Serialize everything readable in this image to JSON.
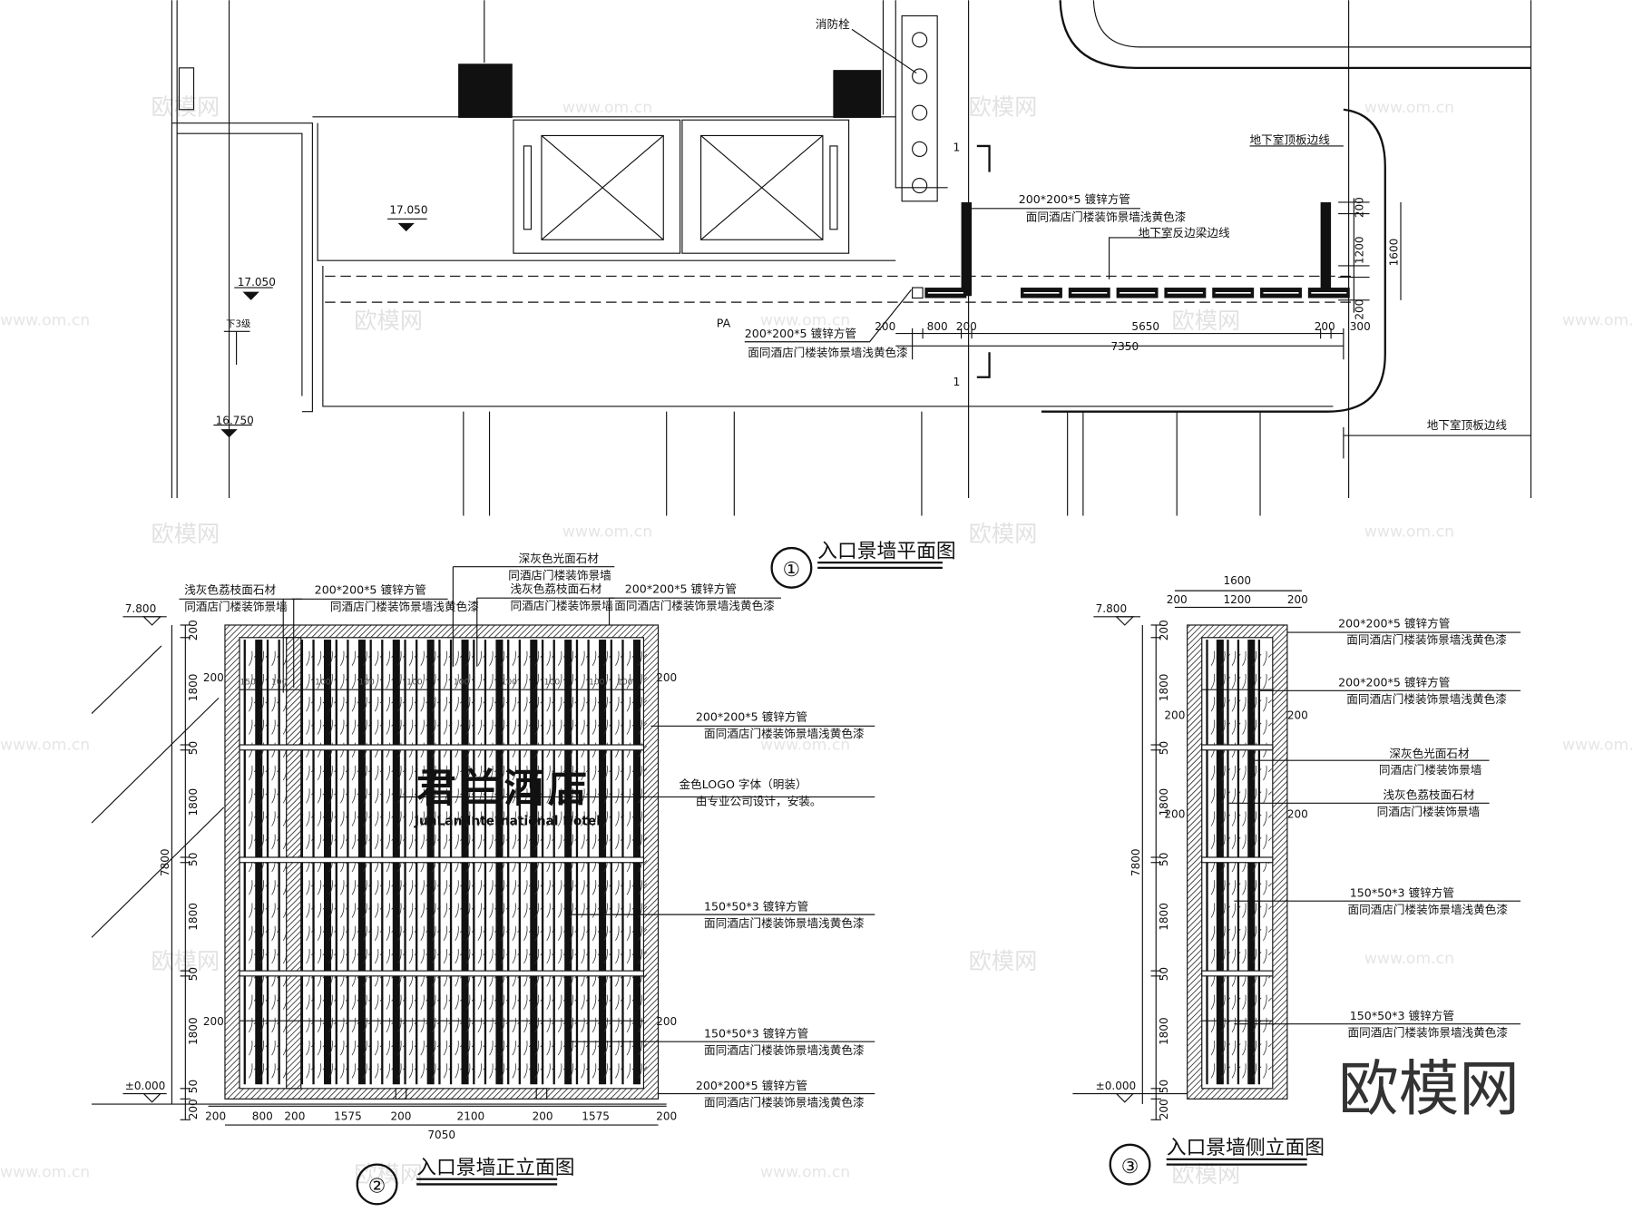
{
  "plan": {
    "title": "入口景墙平面图",
    "number": "①",
    "hydrant": "消防栓",
    "slab_edge_top": "地下室顶板边线",
    "slab_edge_bottom": "地下室顶板边线",
    "beam_edge": "地下室反边梁边线",
    "pipe_right": {
      "spec": "200*200*5   镀锌方管",
      "finish": "面同酒店门楼装饰景墙浅黄色漆"
    },
    "pipe_left": {
      "spec": "200*200*5   镀锌方管",
      "finish": "面同酒店门楼装饰景墙浅黄色漆"
    },
    "elev_a": "17.050",
    "elev_b": "17.050",
    "elev_c": "16.750",
    "step": "下3级",
    "pa": "PA",
    "section_top": "1",
    "section_bottom": "1",
    "dims_h": [
      "200",
      "800",
      "200",
      "5650",
      "200"
    ],
    "dim_total": "7350",
    "dims_v": [
      "200",
      "1200",
      "200",
      "300"
    ],
    "dim_v_total": "1600"
  },
  "front": {
    "title": "入口景墙正立面图",
    "number": "②",
    "elev_top": "7.800",
    "elev_bottom": "±0.000",
    "dims_v": [
      "200",
      "1800",
      "50",
      "1800",
      "50",
      "1800",
      "50",
      "1800",
      "50",
      "200"
    ],
    "dim_v_total": "7800",
    "dims_h": [
      "200",
      "800",
      "200",
      "1575",
      "200",
      "2100",
      "200",
      "1575",
      "200"
    ],
    "dim_h_total": "7050",
    "logo_cn": "君兰酒店",
    "logo_en": "JunLan International Hotel",
    "labels": {
      "light_stone": {
        "l1": "浅灰色荔枝面石材",
        "l2": "同酒店门楼装饰景墙"
      },
      "pipe_a": {
        "l1": "200*200*5   镀锌方管",
        "l2": "同酒店门楼装饰景墙浅黄色漆"
      },
      "dark_stone": {
        "l1": "深灰色光面石材",
        "l2": "同酒店门楼装饰景墙"
      },
      "light_stone_2": {
        "l1": "浅灰色荔枝面石材",
        "l2": "同酒店门楼装饰景墙"
      },
      "pipe_b": {
        "l1": "200*200*5   镀锌方管",
        "l2": "面同酒店门楼装饰景墙浅黄色漆"
      },
      "pipe_c": {
        "l1": "200*200*5   镀锌方管",
        "l2": "面同酒店门楼装饰景墙浅黄色漆"
      },
      "logo": {
        "l1": "金色LOGO 字体（明装）",
        "l2": "由专业公司设计，安装。"
      },
      "tube_a": {
        "l1": "150*50*3   镀锌方管",
        "l2": "面同酒店门楼装饰景墙浅黄色漆"
      },
      "tube_b": {
        "l1": "150*50*3   镀锌方管",
        "l2": "面同酒店门楼装饰景墙浅黄色漆"
      },
      "pipe_d": {
        "l1": "200*200*5   镀锌方管",
        "l2": "面同酒店门楼装饰景墙浅黄色漆"
      }
    }
  },
  "side": {
    "title": "入口景墙侧立面图",
    "number": "③",
    "elev_top": "7.800",
    "elev_bottom": "±0.000",
    "dim_top_total": "1600",
    "dims_top": [
      "200",
      "1200",
      "200"
    ],
    "dims_v": [
      "200",
      "1800",
      "50",
      "1800",
      "50",
      "1800",
      "50",
      "1800",
      "50",
      "200"
    ],
    "dim_v_total": "7800",
    "labels": {
      "pipe_a": {
        "l1": "200*200*5   镀锌方管",
        "l2": "面同酒店门楼装饰景墙浅黄色漆"
      },
      "pipe_b": {
        "l1": "200*200*5   镀锌方管",
        "l2": "面同酒店门楼装饰景墙浅黄色漆"
      },
      "dark_stone": {
        "l1": "深灰色光面石材",
        "l2": "同酒店门楼装饰景墙"
      },
      "light_stone": {
        "l1": "浅灰色荔枝面石材",
        "l2": "同酒店门楼装饰景墙"
      },
      "tube_a": {
        "l1": "150*50*3   镀锌方管",
        "l2": "面同酒店门楼装饰景墙浅黄色漆"
      },
      "tube_b": {
        "l1": "150*50*3   镀锌方管",
        "l2": "面同酒店门楼装饰景墙浅黄色漆"
      }
    }
  },
  "watermark": {
    "brand": "欧模网",
    "url": "www.om.cn"
  }
}
